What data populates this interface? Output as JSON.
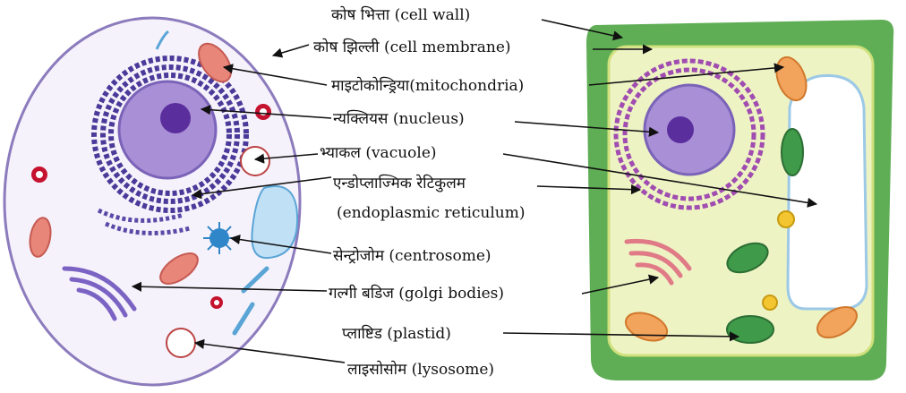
{
  "labels": {
    "cell_wall": "कोष भित्ता (cell wall)",
    "cell_membrane": "कोष झिल्ली (cell membrane)",
    "mitochondria": "माइटोकोन्ड्रिया(mitochondria)",
    "nucleus": "न्यक्लियस (nucleus)",
    "vacuole": "भ्याकल (vacuole)",
    "er_line1": "एन्डोप्लाज्मिक रेटिकुलम",
    "er_line2": "(endoplasmic reticulum)",
    "centrosome": "सेन्ट्रोजोम  (centrosome)",
    "golgi": "गल्गी बडिज (golgi bodies)",
    "plastid": "प्लाष्टिड (plastid)",
    "lysosome": "लाइसोसोम (lysosome)"
  },
  "colors": {
    "animal_cytoplasm": "#f6f2fb",
    "animal_membrane": "#8c7bbd",
    "plant_wall": "#5fae55",
    "plant_cytoplasm": "#eef3c4",
    "nucleus": "#a98fd6",
    "nucleolus": "#5b2e9e",
    "er": "#4b3a99",
    "mitochondria": "#e8867a",
    "chloroplast": "#3f9a4a",
    "vacuole": "#bfe0f5",
    "plant_vacuole": "#ffffff",
    "arrow": "#111111"
  }
}
